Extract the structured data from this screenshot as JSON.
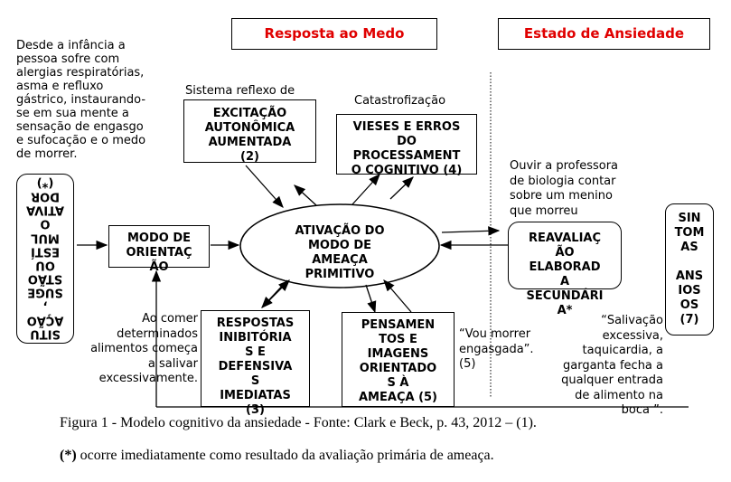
{
  "headers": {
    "fear": "Resposta ao Medo",
    "anxiety": "Estado de Ansiedade"
  },
  "left_text": "Desde a infância a\npessoa sofre com\nalergias respiratórias,\nasma e refluxo\ngástrico, instaurando-\nse em sua mente a\nsensação de engasgo\ne sufocação e o medo\nde morrer.",
  "situation_box": "SITU\nAÇÃO\n,\nSUGE\nSTÃO\nOU\nESTÍ\nMUL\nO\nATIVA\nDOR\n(*)",
  "orientation_box": "MODO DE\nORIENTAÇ\nÃO",
  "reflex_label": "Sistema reflexo de",
  "excitation_box": "EXCITAÇÃO\nAUTONÔMICA\nAUMENTADA\n(2)",
  "catastrophizing_label": "Catastrofização",
  "bias_box": "VIESES E ERROS\nDO\nPROCESSAMENT\nO COGNITIVO (4)",
  "ellipse": "ATIVAÇÃO DO\nMODO DE\nAMEAÇA\nPRIMITIVO",
  "responses_box": "RESPOSTAS\nINIBITÓRIA\nS E\nDEFENSIVA\nS\nIMEDIATAS\n(3)",
  "thoughts_box": "PENSAMEN\nTOS E\nIMAGENS\nORIENTADO\nS À\nAMEAÇA (5)",
  "eating_text": "Ao comer\ndeterminados\nalimentos começa\na salivar\nexcessivamente.",
  "quote_text": "“Vou morrer\nengasgada”.\n(5)",
  "teacher_text": "Ouvir a professora\nde biologia contar\nsobre um menino\nque morreu",
  "reappraisal_box": "REAVALIAÇ\nÃO\nELABORAD\nA\nSECUNDÁRI\nA*",
  "symptoms_box": "SIN\nTOM\nAS\n\nANS\nIOS\nOS\n(7)",
  "symptoms_text": "“Salivação\nexcessiva,\ntaquicardia, a\ngarganta fecha a\nqualquer entrada\nde alimento na\nboca ”.",
  "caption": "Figura 1 - Modelo cognitivo da ansiedade - Fonte: Clark e Beck, p. 43, 2012 – (1).",
  "note_mark": "(*)",
  "note_text": " ocorre imediatamente como resultado da avaliação primária de ameaça.",
  "colors": {
    "header": "#e00000"
  }
}
